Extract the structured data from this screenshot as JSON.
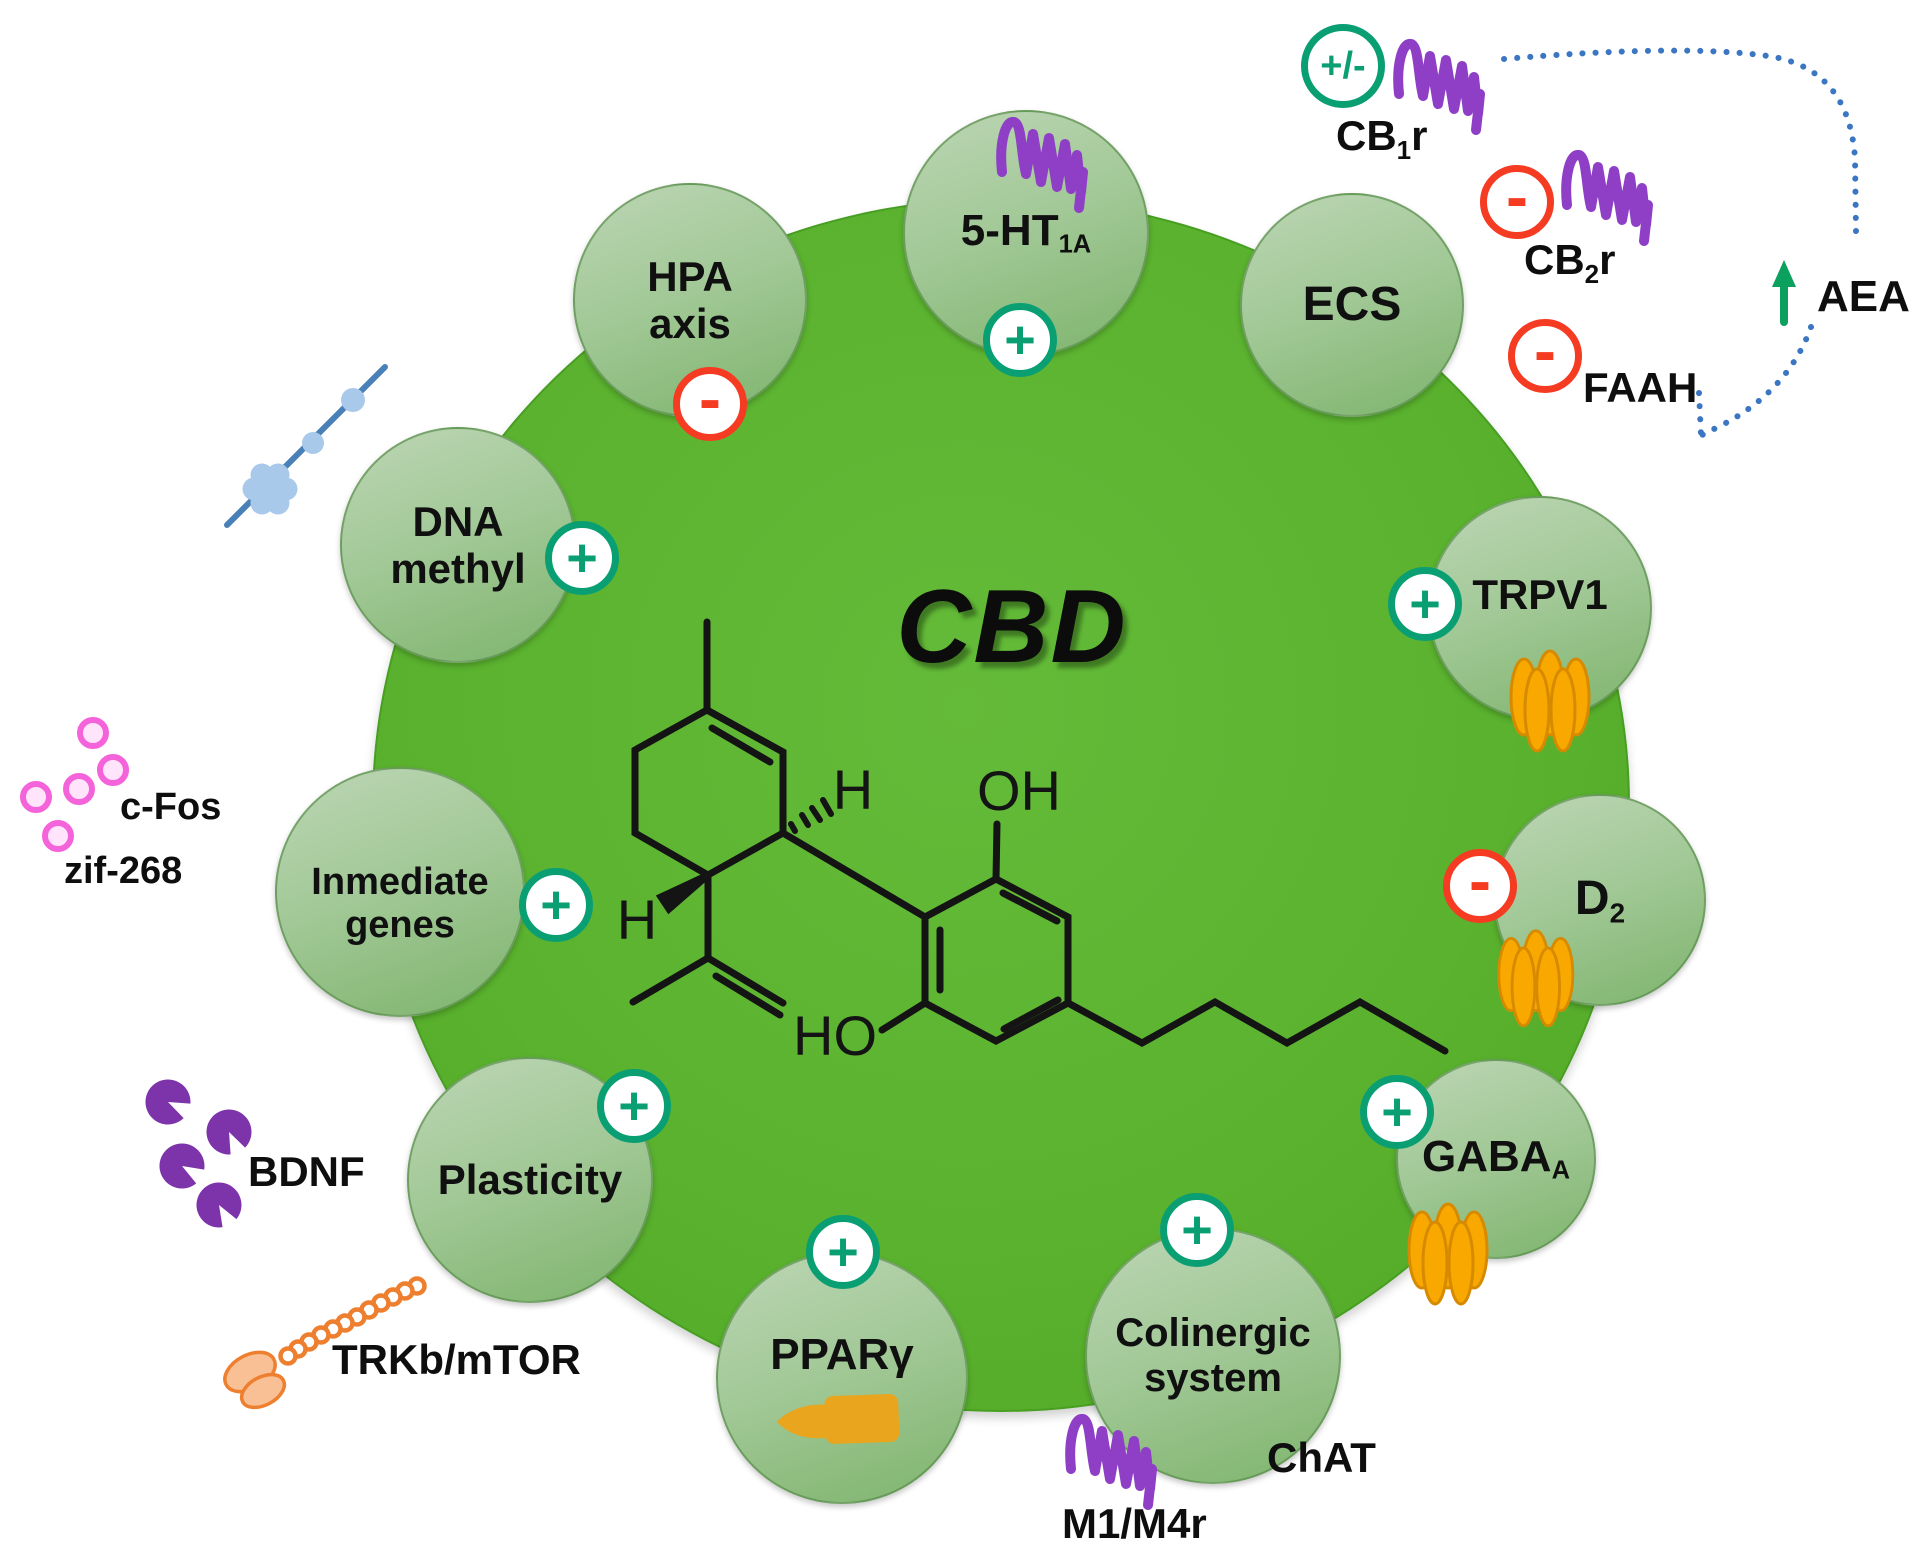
{
  "center": {
    "title": "CBD"
  },
  "molecule": {
    "h_right": "H",
    "h_left": "H",
    "oh_top": "OH",
    "ho_bottom": "HO"
  },
  "signs": {
    "plus": "+",
    "minus": "-",
    "plus_minus": "+/-"
  },
  "nodes": {
    "hpa": {
      "line1": "HPA",
      "line2": "axis",
      "sign": "-"
    },
    "serotonin": {
      "base": "5-HT",
      "sub": "1A",
      "sign": "+"
    },
    "ecs": {
      "label": "ECS"
    },
    "dna_methyl": {
      "line1": "DNA",
      "line2": "methyl",
      "sign": "+"
    },
    "trpv1": {
      "label": "TRPV1",
      "sign": "+"
    },
    "d2": {
      "base": "D",
      "sub": "2",
      "sign": "-"
    },
    "immediate_genes": {
      "line1": "Inmediate",
      "line2": "genes",
      "sign": "+"
    },
    "plasticity": {
      "label": "Plasticity",
      "sign": "+"
    },
    "gaba_a": {
      "base": "GABA",
      "sub": "A",
      "sign": "+"
    },
    "ppar_gamma": {
      "base": "PPAR",
      "suffix": "γ",
      "sign": "+"
    },
    "cholinergic": {
      "line1": "Colinergic",
      "line2": "system",
      "sign": "+"
    }
  },
  "external": {
    "cb1r": {
      "base": "CB",
      "sub": "1",
      "suffix": "r",
      "sign": "+/-"
    },
    "cb2r": {
      "base": "CB",
      "sub": "2",
      "suffix": "r",
      "sign": "-"
    },
    "faah": {
      "label": "FAAH",
      "sign": "-"
    },
    "aea": {
      "label": "AEA",
      "direction": "up"
    },
    "c_fos": {
      "label": "c-Fos"
    },
    "zif_268": {
      "label": "zif-268"
    },
    "bdnf": {
      "label": "BDNF"
    },
    "trkb_mtor": {
      "label": "TRKb/mTOR"
    },
    "chat": {
      "label": "ChAT"
    },
    "m1_m4r": {
      "label": "M1/M4r"
    }
  },
  "icons": {
    "receptor_squiggle": "purple GPCR scribble",
    "ion_channel": "orange transmembrane channel",
    "dna_methylation": "blue DNA strand with methyl flower",
    "c_fos_dots": "pink gene-expression dots",
    "bdnf_dots": "purple notched BDNF molecules",
    "trkb_chain": "orange bead chain with ribosome blob",
    "ppar_ligand": "gold ligand key",
    "aea_up_arrow": "green increase arrow",
    "dotted_path": "blue dotted relation"
  },
  "colors": {
    "big_circle_green": "#5ab22e",
    "node_green": "#a3c998",
    "positive_teal": "#0a9f73",
    "negative_red": "#f53b22",
    "receptor_purple": "#8e3fc6",
    "channel_orange": "#f9a800",
    "bdnf_purple": "#7d34ab",
    "trkb_orange": "#ee7f2f",
    "ppar_gold": "#e9a51d",
    "dna_blue": "#4a80b8",
    "dna_light_blue": "#a9c9ea",
    "cfos_pink": "#f463da",
    "dotted_blue": "#3a76c2",
    "aea_green": "#0ca05e",
    "text_black": "#101010"
  }
}
